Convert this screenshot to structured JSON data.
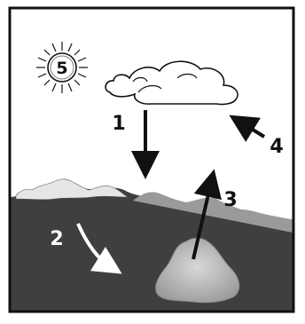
{
  "labels": {
    "sun": "5",
    "precipitation": "1",
    "flow": "2",
    "evaporation": "3",
    "wind": "4"
  },
  "colors": {
    "sky": "#ffffff",
    "ground": "#3f3f3f",
    "mountains_far": "#9a9a9a",
    "snow": "#e6e6e6",
    "water": "#bdbdbd",
    "arrow_dark": "#111111",
    "arrow_light": "#ffffff",
    "border": "#111111"
  },
  "icons": [
    "sun-icon",
    "cloud-icon",
    "mountain-range",
    "lake",
    "arrow"
  ]
}
